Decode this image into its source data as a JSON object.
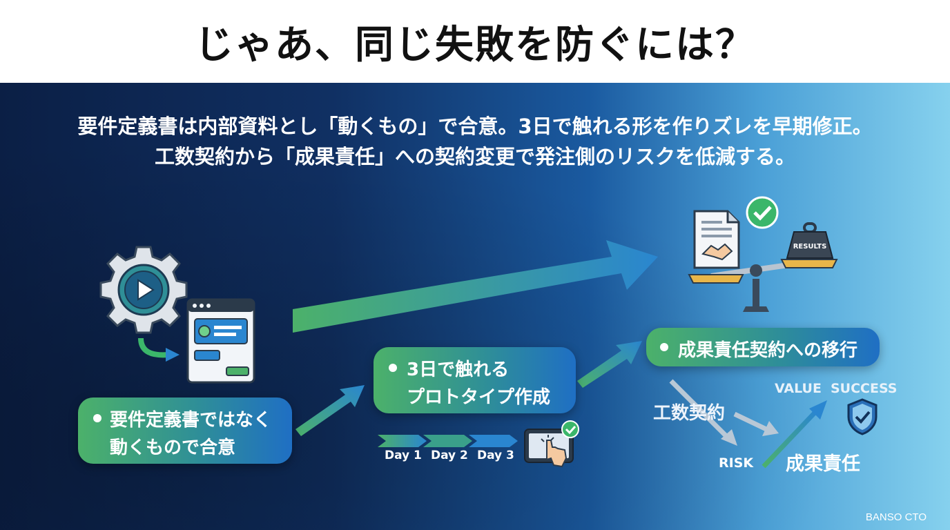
{
  "header": {
    "title": "じゃあ、同じ失敗を防ぐには？"
  },
  "subtitle": {
    "line1": "要件定義書は内部資料とし「動くもの」で合意。3日で触れる形を作りズレを早期修正。",
    "line2": "工数契約から「成果責任」への契約変更で発注側のリスクを低減する。"
  },
  "steps": [
    {
      "line1": "要件定義書ではなく",
      "line2": "動くもので合意"
    },
    {
      "line1": "3日で触れる",
      "line2": "プロトタイプ作成"
    },
    {
      "line1": "成果責任契約への移行"
    }
  ],
  "timeline": {
    "days": [
      "Day 1",
      "Day 2",
      "Day 3"
    ]
  },
  "contract_diagram": {
    "from_label": "工数契約",
    "risk_label": "RISK",
    "to_label": "成果責任",
    "value_label": "VALUE",
    "success_label": "SUCCESS"
  },
  "scale_icon": {
    "weight_label": "RESULTS"
  },
  "credit": "BANSO CTO",
  "colors": {
    "gradient_start": "#0b1f45",
    "gradient_end": "#86d1ee",
    "bubble_green": "#4cb16a",
    "bubble_blue": "#1f6fc4",
    "check_green": "#3bb66a"
  },
  "icons": [
    "gear-play-icon",
    "browser-window-icon",
    "document-handshake-icon",
    "check-circle-icon",
    "balance-scale-icon",
    "tablet-touch-icon",
    "shield-check-icon"
  ]
}
